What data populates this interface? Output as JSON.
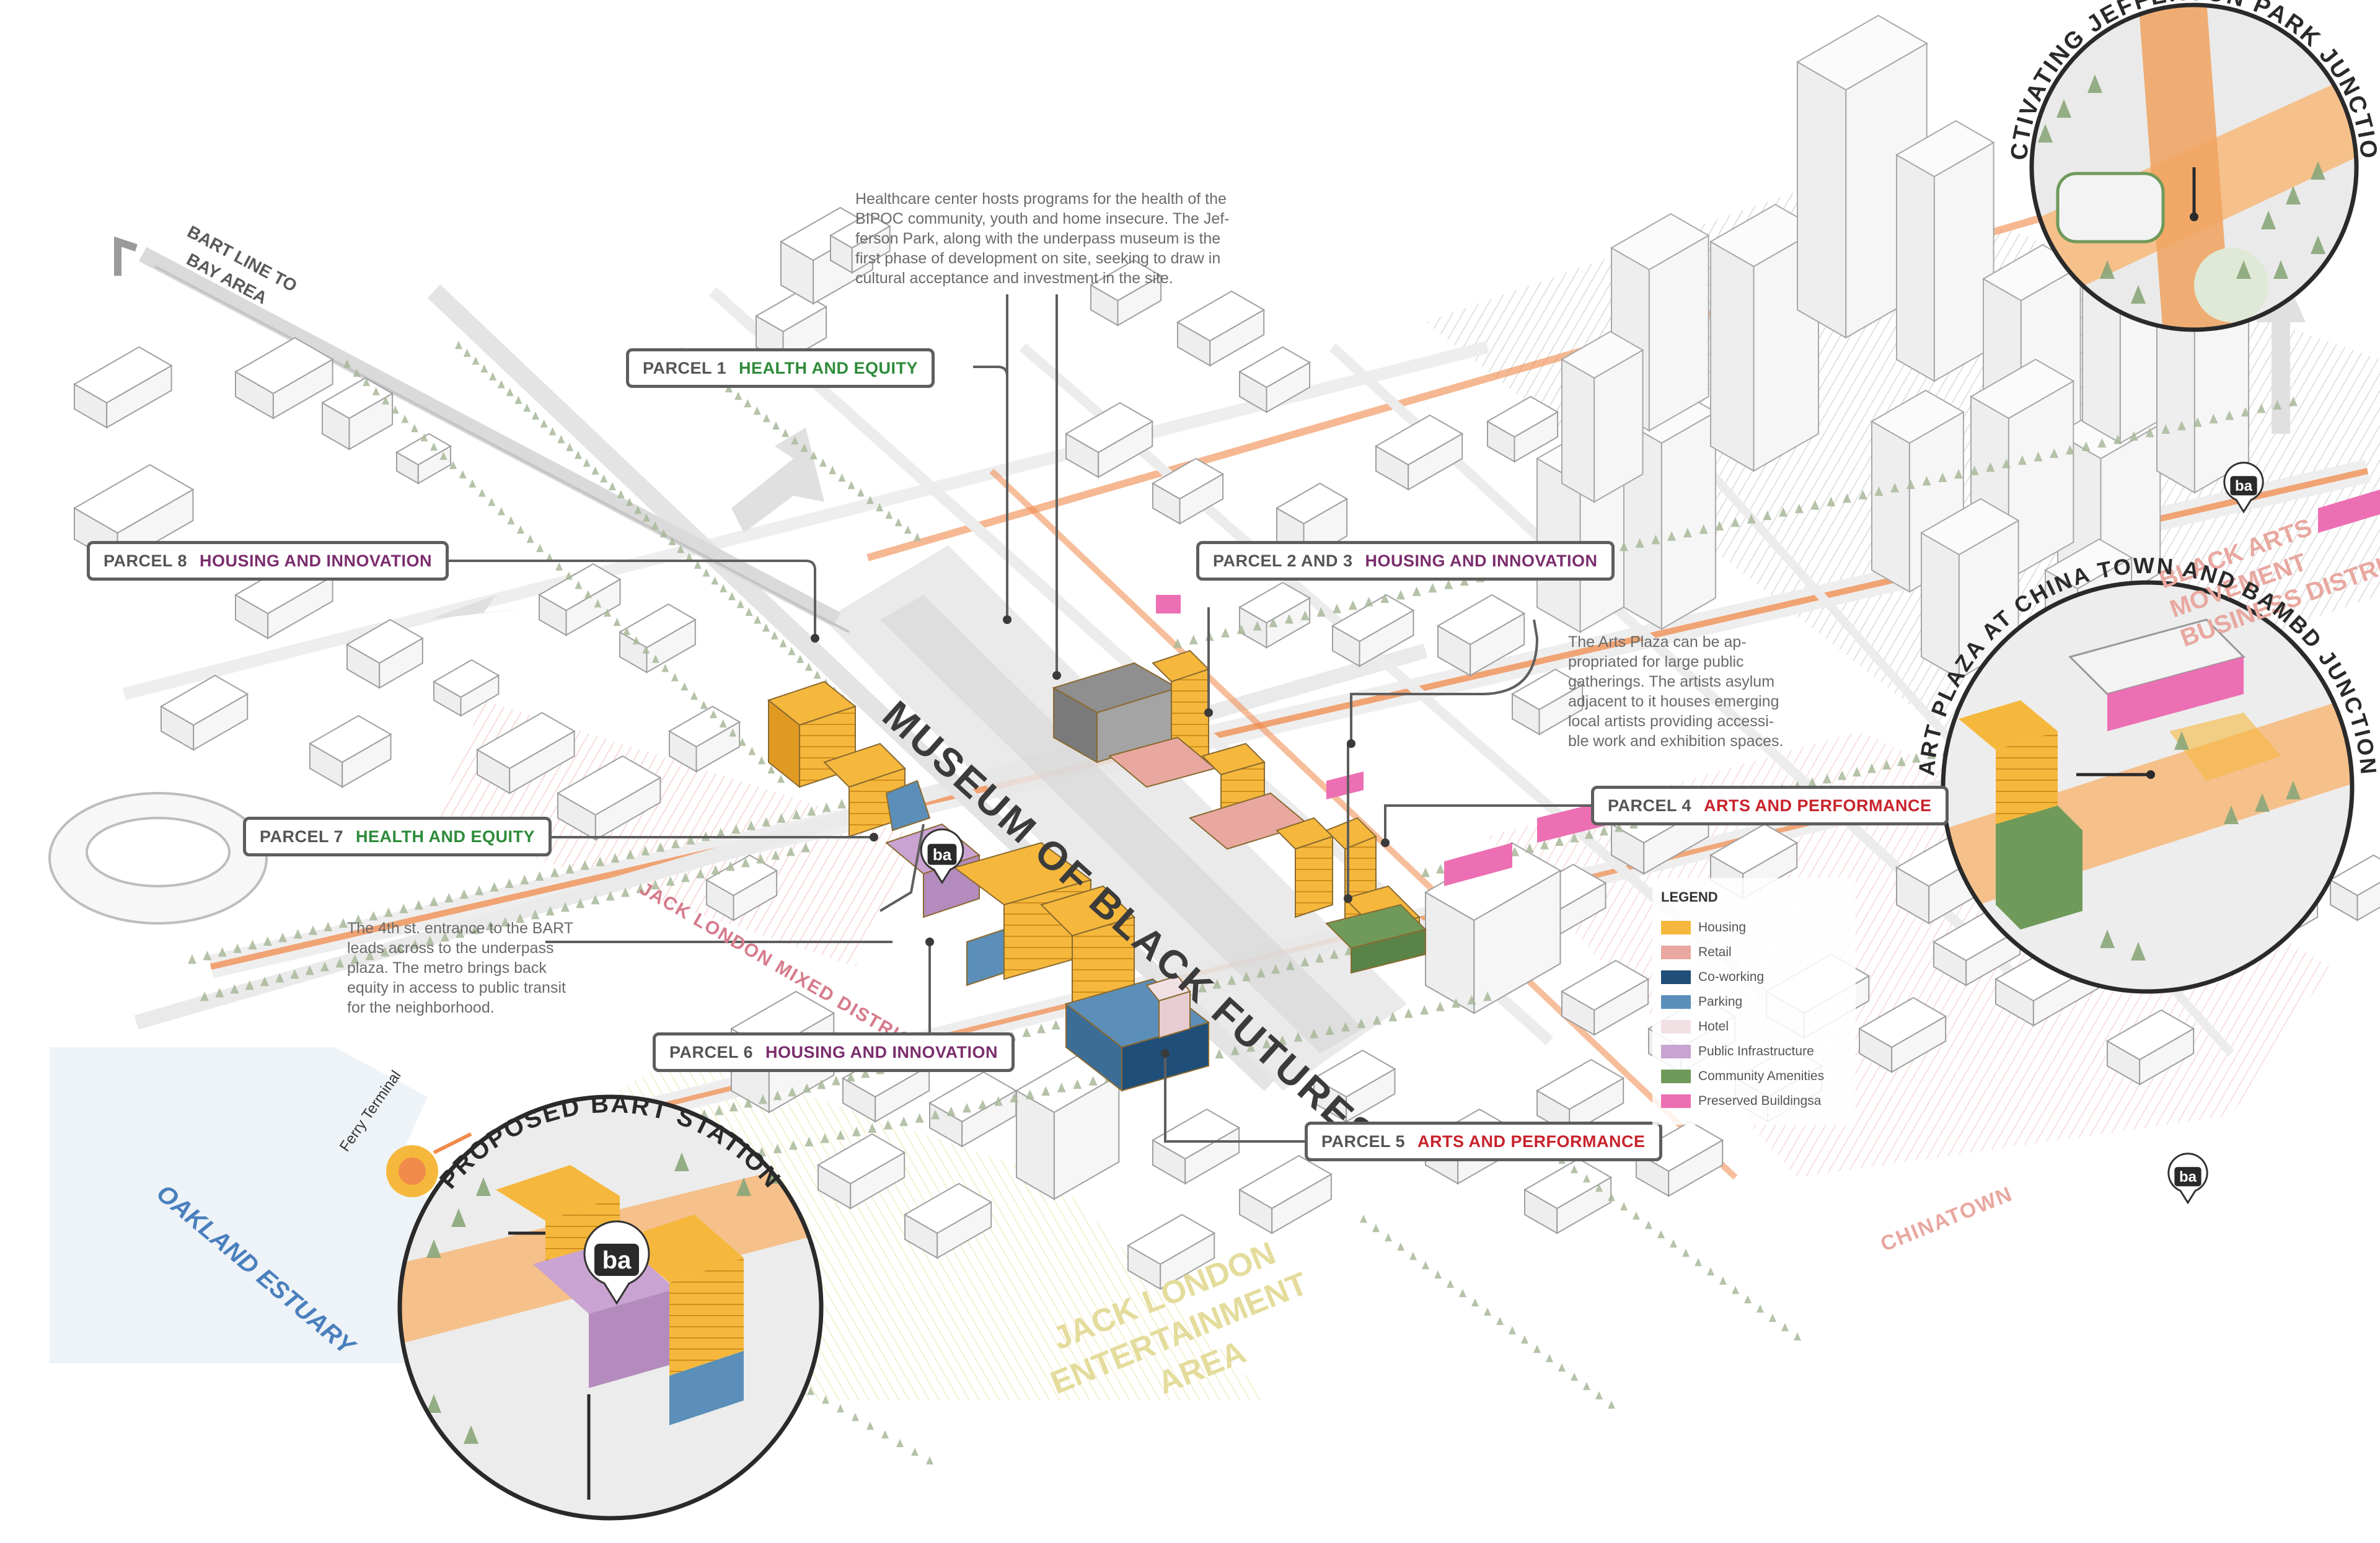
{
  "colors": {
    "health": "#2e8b3a",
    "housing_innov": "#7b2d6d",
    "arts": "#c8232c",
    "housing": "#f5b83d",
    "retail": "#e8a8a0",
    "coworking": "#1f4e79",
    "parking": "#5b8fb9",
    "hotel": "#f2e1e4",
    "public_infra": "#c9a3d1",
    "community": "#6f9a5a",
    "preserved": "#ec6fb3",
    "corridor": "#f18a4a",
    "water": "#eef3f8",
    "tree": "#a8b99a"
  },
  "callouts": {
    "parcel1": {
      "label": "PARCEL 1",
      "theme": "HEALTH AND EQUITY"
    },
    "parcel8": {
      "label": "PARCEL 8",
      "theme": "HOUSING AND INNOVATION"
    },
    "parcel23": {
      "label": "PARCEL 2 AND 3",
      "theme": "HOUSING AND INNOVATION"
    },
    "parcel7": {
      "label": "PARCEL 7",
      "theme": "HEALTH AND EQUITY"
    },
    "parcel4": {
      "label": "PARCEL 4",
      "theme": "ARTS AND PERFORMANCE"
    },
    "parcel6": {
      "label": "PARCEL 6",
      "theme": "HOUSING AND INNOVATION"
    },
    "parcel5": {
      "label": "PARCEL 5",
      "theme": "ARTS AND PERFORMANCE"
    }
  },
  "notes": {
    "healthcare": "Healthcare center hosts programs for the health of the\nBIPOC community, youth and home insecure. The Jef-\nferson Park, along with the underpass museum is the\nfirst phase of development on site, seeking to draw in\ncultural acceptance and investment in the site.",
    "arts_plaza": "The Arts Plaza can be ap-\npropriated for large public\ngatherings. The artists asylum\nadjacent to it houses emerging\nlocal artists providing accessi-\nble work and exhibition spaces.",
    "bart": "The 4th st. entrance to the BART\nleads across to the underpass\nplaza. The metro brings back\nequity in access to public transit\nfor the neighborhood."
  },
  "legend": {
    "title": "LEGEND",
    "items": [
      {
        "label": "Housing",
        "color": "#f5b83d"
      },
      {
        "label": "Retail",
        "color": "#e8a8a0"
      },
      {
        "label": "Co-working",
        "color": "#1f4e79"
      },
      {
        "label": "Parking",
        "color": "#5b8fb9"
      },
      {
        "label": "Hotel",
        "color": "#f2e1e4"
      },
      {
        "label": "Public Infrastructure",
        "color": "#c9a3d1"
      },
      {
        "label": "Community Amenities",
        "color": "#6f9a5a"
      },
      {
        "label": "Preserved Buildingsa",
        "color": "#ec6fb3"
      }
    ]
  },
  "map_labels": {
    "bart_line": [
      "BART LINE TO",
      "BAY AREA"
    ],
    "museum": "MUSEUM OF BLACK FUTURES",
    "jack_london_mixed": "JACK LONDON MIXED DISTRICT",
    "black_arts": [
      "BLACK ARTS",
      "MOVEMENT",
      "BUSINESS DISTRICT"
    ],
    "jack_london_ent": [
      "JACK LONDON",
      "ENTERTAINMENT",
      "AREA"
    ],
    "chinatown": "CHINATOWN",
    "oakland_estuary": "OAKLAND ESTUARY",
    "ferry_terminal": "Ferry Terminal"
  },
  "circles": {
    "jefferson": "ACTIVATING JEFFERSON PARK JUNCTION",
    "art_plaza": "ART PLAZA AT CHINA TOWN AND BAMBD JUNCTION",
    "bart_station": "PROPOSED BART STATION"
  },
  "bart_logo_text": "ba"
}
